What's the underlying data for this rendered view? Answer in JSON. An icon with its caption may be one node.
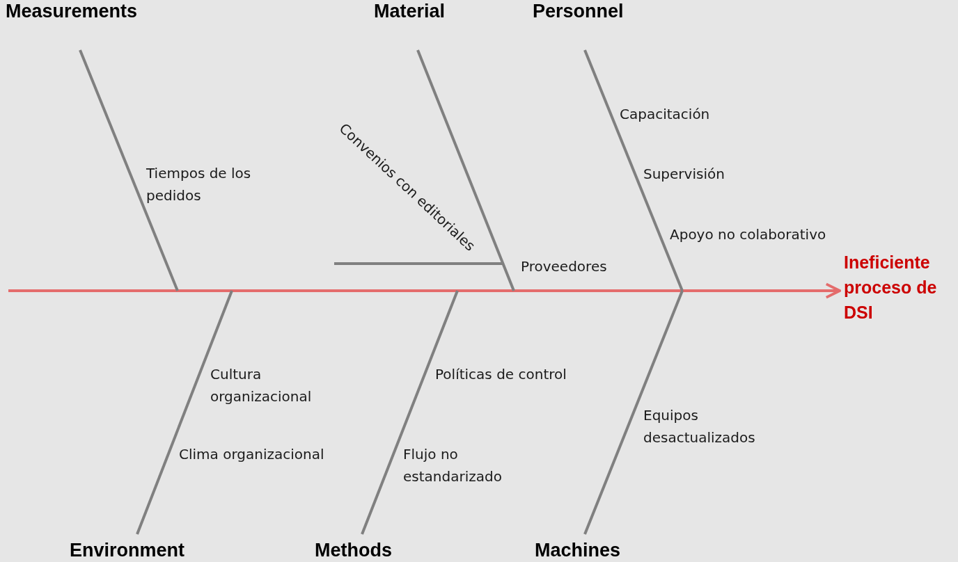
{
  "diagram": {
    "nodes": [
      {
        "text": [
          "Measurements"
        ]
      },
      {
        "text": [
          "Material"
        ]
      },
      {
        "text": [
          "Personnel"
        ]
      },
      {
        "text": [
          "Environment"
        ]
      },
      {
        "text": [
          "Methods"
        ]
      },
      {
        "text": [
          "Machines"
        ]
      },
      {
        "text": [
          "Ineficiente proceso de DSI"
        ]
      }
    ],
    "edges": [
      {
        "from": null,
        "to": 6,
        "arrow": "to",
        "color": "#e46c6c"
      },
      {
        "from": 0,
        "to": null,
        "arrow": "none"
      },
      {
        "from": 1,
        "to": null,
        "arrow": "none"
      },
      {
        "from": 2,
        "to": null,
        "arrow": "none"
      },
      {
        "from": 3,
        "to": null,
        "arrow": "none"
      },
      {
        "from": 4,
        "to": null,
        "arrow": "none"
      },
      {
        "from": 5,
        "to": null,
        "arrow": "none"
      }
    ],
    "labels": [
      "Convenios con editoriales",
      "Capacitación",
      "Tiempos de los pedidos",
      "Supervisión",
      "Apoyo no colaborativo",
      "Proveedores",
      "Cultura organizacional",
      "Políticas de control",
      "Equipos desactualizados",
      "Clima organizacional",
      "Flujo no estandarizado"
    ]
  }
}
